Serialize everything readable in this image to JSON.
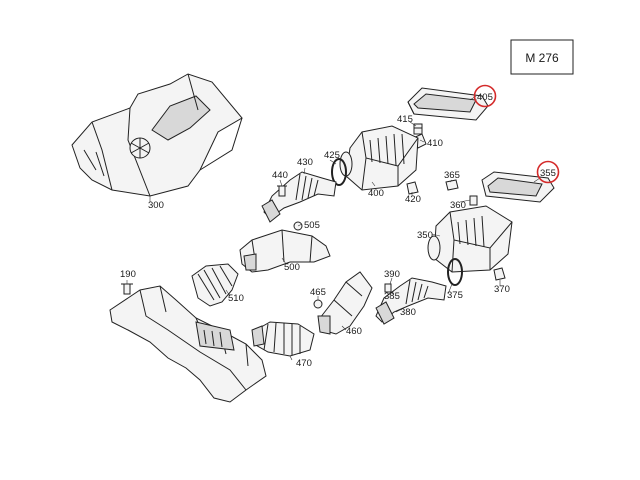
{
  "model_code": "M 276",
  "colors": {
    "highlight": "#d42a2a",
    "ink": "#222222"
  },
  "parts": [
    {
      "id": "p300",
      "number": "300"
    },
    {
      "id": "p405",
      "number": "405",
      "highlighted": true
    },
    {
      "id": "p415",
      "number": "415"
    },
    {
      "id": "p410",
      "number": "410"
    },
    {
      "id": "p430",
      "number": "430"
    },
    {
      "id": "p425",
      "number": "425"
    },
    {
      "id": "p440",
      "number": "440"
    },
    {
      "id": "p400",
      "number": "400"
    },
    {
      "id": "p420",
      "number": "420"
    },
    {
      "id": "p365",
      "number": "365"
    },
    {
      "id": "p355",
      "number": "355",
      "highlighted": true
    },
    {
      "id": "p360",
      "number": "360"
    },
    {
      "id": "p505",
      "number": "505"
    },
    {
      "id": "p350",
      "number": "350"
    },
    {
      "id": "p500",
      "number": "500"
    },
    {
      "id": "p190",
      "number": "190"
    },
    {
      "id": "p510",
      "number": "510"
    },
    {
      "id": "p390",
      "number": "390"
    },
    {
      "id": "p385",
      "number": "385"
    },
    {
      "id": "p465",
      "number": "465"
    },
    {
      "id": "p375",
      "number": "375"
    },
    {
      "id": "p370",
      "number": "370"
    },
    {
      "id": "p380",
      "number": "380"
    },
    {
      "id": "p460",
      "number": "460"
    },
    {
      "id": "p470",
      "number": "470"
    }
  ]
}
